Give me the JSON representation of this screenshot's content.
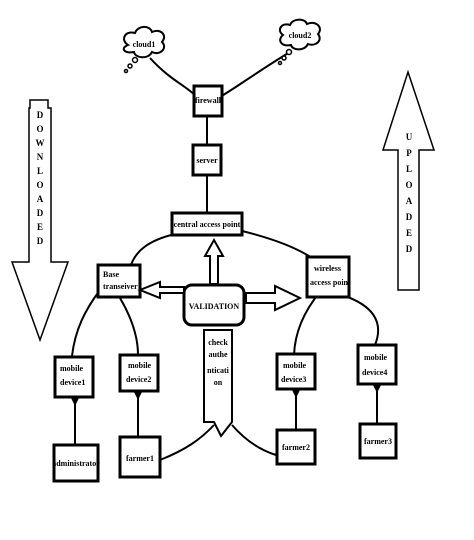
{
  "diagram": {
    "nodes": {
      "cloud1": "cloud1",
      "cloud2": "cloud2",
      "firewall": "firewall",
      "server": "server",
      "central_ap": "central access point",
      "base_transceiver": [
        "Base",
        "transeiver"
      ],
      "validation": "VALIDATION",
      "wireless_ap": [
        "wireless",
        "access point"
      ],
      "check_auth": [
        "check",
        "authe",
        "nticati",
        "on"
      ],
      "mobile_device1": [
        "mobile",
        "device1"
      ],
      "mobile_device2": [
        "mobile",
        "device2"
      ],
      "mobile_device3": [
        "mobile",
        "device3"
      ],
      "mobile_device4": [
        "mobile",
        "device4"
      ],
      "administrator": "administrator",
      "farmer1": "farmer1",
      "farmer2": "farmer2",
      "farmer3": "farmer3"
    },
    "side_arrows": {
      "downloaded": [
        "D",
        "O",
        "W",
        "N",
        "L",
        "O",
        "A",
        "D",
        "E",
        "D"
      ],
      "uploaded": [
        "U",
        "P",
        "L",
        "O",
        "A",
        "D",
        "E",
        "D"
      ]
    }
  }
}
